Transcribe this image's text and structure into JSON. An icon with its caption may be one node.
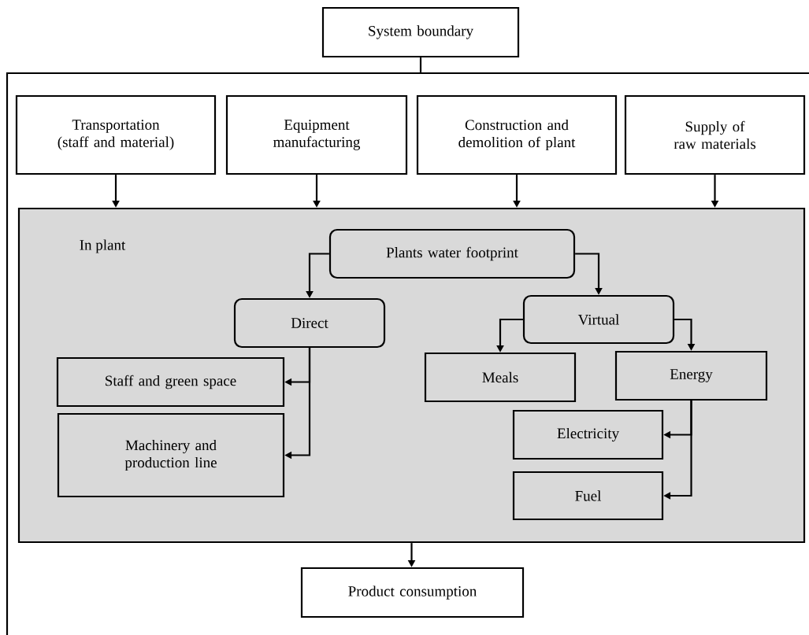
{
  "diagram": {
    "nodes": [
      {
        "text": [
          "System boundary"
        ]
      },
      {
        "text": [],
        "shape": "box"
      },
      {
        "text": [
          "Transportation (staff and material)"
        ],
        "in": 1
      },
      {
        "text": [
          "Equipment manufacturing"
        ],
        "in": 1
      },
      {
        "text": [
          "Construction and demolition of plant"
        ],
        "in": 1
      },
      {
        "text": [
          "Supply of raw materials"
        ],
        "in": 1
      },
      {
        "text": [
          "In plant"
        ],
        "in": 1
      },
      {
        "text": [
          "Plants water footprint"
        ],
        "in": 6
      },
      {
        "text": [
          "Direct"
        ],
        "in": 6
      },
      {
        "text": [
          "Virtual"
        ],
        "in": 6
      },
      {
        "text": [
          "Staff and green space"
        ],
        "in": 6
      },
      {
        "text": [
          "Machinery and production line"
        ],
        "in": 6
      },
      {
        "text": [
          "Meals"
        ],
        "in": 6
      },
      {
        "text": [
          "Energy"
        ],
        "in": 6
      },
      {
        "text": [
          "Electricity"
        ],
        "in": 6
      },
      {
        "text": [
          "Fuel"
        ],
        "in": 6
      },
      {
        "text": [
          "Product consumption"
        ],
        "in": 1
      }
    ],
    "edges": [
      {
        "from": 0,
        "to": 1,
        "arrow": "none"
      },
      {
        "from": 2,
        "to": 6,
        "arrow": "to"
      },
      {
        "from": 3,
        "to": 6,
        "arrow": "to"
      },
      {
        "from": 4,
        "to": 6,
        "arrow": "to"
      },
      {
        "from": 5,
        "to": 6,
        "arrow": "to"
      },
      {
        "from": 7,
        "to": 8,
        "arrow": "to"
      },
      {
        "from": 7,
        "to": 9,
        "arrow": "to"
      },
      {
        "from": 8,
        "to": 10,
        "arrow": "to"
      },
      {
        "from": 8,
        "to": 11,
        "arrow": "to"
      },
      {
        "from": 9,
        "to": 12,
        "arrow": "to"
      },
      {
        "from": 9,
        "to": 13,
        "arrow": "to"
      },
      {
        "from": 13,
        "to": 14,
        "arrow": "to"
      },
      {
        "from": 13,
        "to": 15,
        "arrow": "to"
      },
      {
        "from": 6,
        "to": 16,
        "arrow": "to"
      }
    ]
  }
}
